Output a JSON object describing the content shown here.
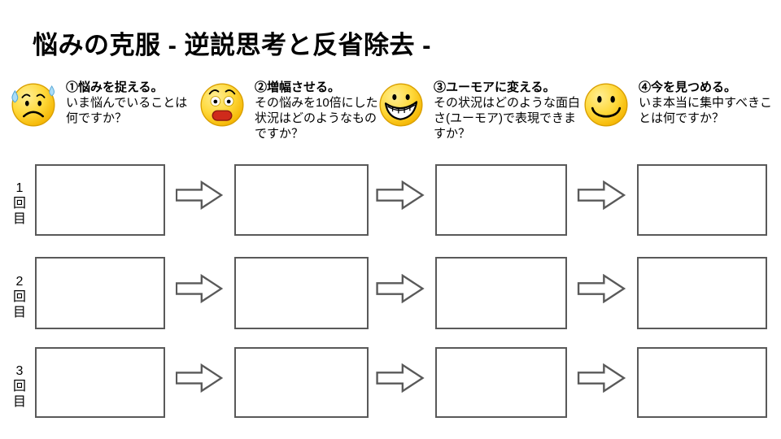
{
  "title": "悩みの克服 - 逆説思考と反省除去 -",
  "colors": {
    "background": "#ffffff",
    "text": "#000000",
    "box_border": "#595959",
    "arrow_outline": "#595959",
    "emoji_face": "#ffd93b",
    "sweat_drop": "#aadcf7",
    "astonished_mouth": "#cf2a1b"
  },
  "steps": [
    {
      "icon": "worried-face-sweat-emoji-icon",
      "heading": "①悩みを捉える。",
      "body": "いま悩んでいることは何ですか？"
    },
    {
      "icon": "astonished-face-emoji-icon",
      "heading": "②増幅させる。",
      "body": "その悩みを10倍にした状況はどのようなものですか？"
    },
    {
      "icon": "grinning-face-emoji-icon",
      "heading": "③ユーモアに変える。",
      "body": "その状況はどのような面白さ(ユーモア)で表現できますか？"
    },
    {
      "icon": "smiling-face-emoji-icon",
      "heading": "④今を見つめる。",
      "body": "いま本当に集中すべきことは何ですか？"
    }
  ],
  "rows": [
    {
      "label": "1回目",
      "cells": [
        "",
        "",
        "",
        ""
      ]
    },
    {
      "label": "2回目",
      "cells": [
        "",
        "",
        "",
        ""
      ]
    },
    {
      "label": "3回目",
      "cells": [
        "",
        "",
        "",
        ""
      ]
    }
  ],
  "icons": [
    "right-arrow-icon"
  ]
}
